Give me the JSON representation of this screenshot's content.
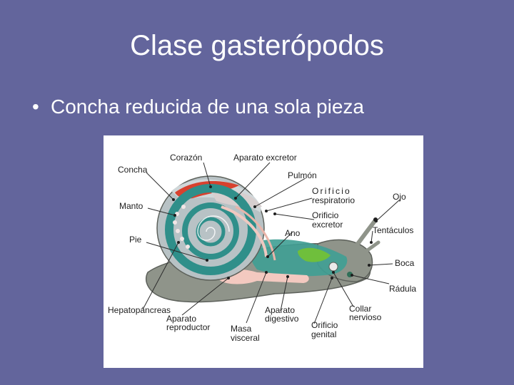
{
  "slide": {
    "title": "Clase gasterópodos",
    "bullet": "Concha reducida de una sola pieza"
  },
  "diagram": {
    "labels": {
      "corazon": "Corazón",
      "aparato_excretor": "Aparato excretor",
      "concha": "Concha",
      "pulmon": "Pulmón",
      "orificio_respiratorio_1": "Orificio",
      "orificio_respiratorio_2": "respiratorio",
      "ojo": "Ojo",
      "manto": "Manto",
      "orificio_excretor_1": "Orificio",
      "orificio_excretor_2": "excretor",
      "tentaculos": "Tentáculos",
      "ano": "Ano",
      "pie": "Pie",
      "boca": "Boca",
      "radula": "Rádula",
      "hepatopancreas": "Hepatopáncreas",
      "aparato_reproductor_1": "Aparato",
      "aparato_reproductor_2": "reproductor",
      "aparato_digestivo_1": "Aparato",
      "aparato_digestivo_2": "digestivo",
      "collar_nervioso_1": "Collar",
      "collar_nervioso_2": "nervioso",
      "masa_visceral_1": "Masa",
      "masa_visceral_2": "visceral",
      "orificio_genital_1": "Orificio",
      "orificio_genital_2": "genital"
    },
    "colors": {
      "body": "#8f948a",
      "body_outline": "#5d615b",
      "shell": "#b8c2c5",
      "shell_rim": "#d0d7d9",
      "mantle": "#2f8f8a",
      "heart": "#d8412e",
      "lung": "#d7cfcf",
      "gland": "#6fbf3c",
      "gonad": "#f3c9c0",
      "gut": "#3f9e93",
      "label_line": "#2c2c2c"
    }
  }
}
